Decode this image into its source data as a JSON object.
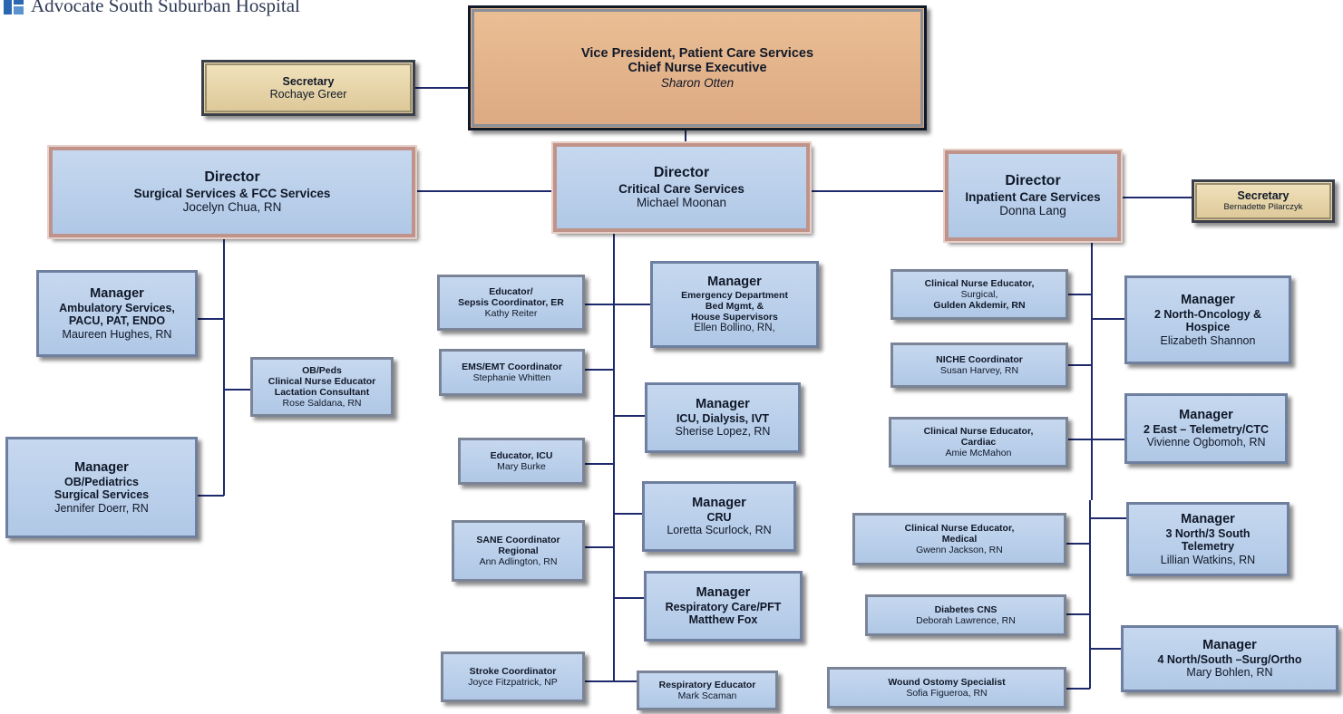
{
  "header": {
    "title": "Advocate South Suburban Hospital"
  },
  "vp": {
    "title1": "Vice President, Patient Care Services",
    "title2": "Chief Nurse Executive",
    "name": "Sharon Otten"
  },
  "secretary_vp": {
    "title": "Secretary",
    "name": "Rochaye Greer"
  },
  "directors": {
    "surgical": {
      "title": "Director",
      "dept": "Surgical Services & FCC Services",
      "name": "Jocelyn Chua, RN"
    },
    "critical": {
      "title": "Director",
      "dept": "Critical Care Services",
      "name": "Michael Moonan"
    },
    "inpatient": {
      "title": "Director",
      "dept": "Inpatient Care Services",
      "name": "Donna Lang"
    }
  },
  "secretary_inpatient": {
    "title": "Secretary",
    "name": "Bernadette Pilarczyk"
  },
  "surgical": {
    "mgr_ambulatory": {
      "title": "Manager",
      "l1": "Ambulatory Services,",
      "l2": "PACU, PAT, ENDO",
      "name": "Maureen Hughes, RN"
    },
    "obpeds": {
      "l1": "OB/Peds",
      "l2": "Clinical Nurse Educator",
      "l3": "Lactation Consultant",
      "name": "Rose Saldana, RN"
    },
    "mgr_ob": {
      "title": "Manager",
      "l1": "OB/Pediatrics",
      "l2": "Surgical Services",
      "name": "Jennifer Doerr, RN"
    }
  },
  "critical": {
    "educator_sepsis": {
      "l1": "Educator/",
      "l2": "Sepsis Coordinator, ER",
      "name": "Kathy Reiter"
    },
    "mgr_ed": {
      "title": "Manager",
      "l1": "Emergency Department",
      "l2": "Bed Mgmt, &",
      "l3": "House Supervisors",
      "name": "Ellen Bollino, RN,"
    },
    "ems": {
      "l1": "EMS/EMT Coordinator",
      "name": "Stephanie Whitten"
    },
    "mgr_icu": {
      "title": "Manager",
      "l1": "ICU, Dialysis, IVT",
      "name": "Sherise Lopez, RN"
    },
    "educator_icu": {
      "l1": "Educator, ICU",
      "name": "Mary Burke"
    },
    "mgr_cru": {
      "title": "Manager",
      "l1": "CRU",
      "name": "Loretta Scurlock, RN"
    },
    "sane": {
      "l1": "SANE Coordinator",
      "l2": "Regional",
      "name": "Ann Adlington, RN"
    },
    "mgr_resp": {
      "title": "Manager",
      "l1": "Respiratory Care/PFT",
      "name": "Matthew Fox"
    },
    "stroke": {
      "l1": "Stroke Coordinator",
      "name": "Joyce Fitzpatrick, NP"
    },
    "resp_educator": {
      "l1": "Respiratory Educator",
      "name": "Mark Scaman"
    }
  },
  "inpatient": {
    "cne_surgical": {
      "l1": "Clinical Nurse Educator,",
      "l2": "Surgical,",
      "name": "Gulden Akdemir, RN"
    },
    "mgr_2north": {
      "title": "Manager",
      "l1": "2 North-Oncology &",
      "l2": "Hospice",
      "name": "Elizabeth Shannon"
    },
    "niche": {
      "l1": "NICHE Coordinator",
      "name": "Susan Harvey, RN"
    },
    "cne_cardiac": {
      "l1": "Clinical Nurse Educator,",
      "l2": "Cardiac",
      "name": "Amie McMahon"
    },
    "mgr_2east": {
      "title": "Manager",
      "l1": "2 East – Telemetry/CTC",
      "name": "Vivienne Ogbomoh, RN"
    },
    "cne_medical": {
      "l1": "Clinical Nurse Educator,",
      "l2": "Medical",
      "name": "Gwenn Jackson, RN"
    },
    "mgr_3north": {
      "title": "Manager",
      "l1": "3 North/3 South",
      "l2": "Telemetry",
      "name": "Lillian Watkins, RN"
    },
    "diabetes": {
      "l1": "Diabetes CNS",
      "name": "Deborah Lawrence, RN"
    },
    "mgr_4north": {
      "title": "Manager",
      "l1": "4 North/South –Surg/Ortho",
      "name": "Mary Bohlen, RN"
    },
    "wound": {
      "l1": "Wound Ostomy Specialist",
      "name": "Sofia Figueroa, RN"
    }
  },
  "colors": {
    "connector": "#1e2a6b",
    "box": "#b7cde9",
    "vp": "#e2b28a",
    "secretary": "#e6d3a5"
  }
}
